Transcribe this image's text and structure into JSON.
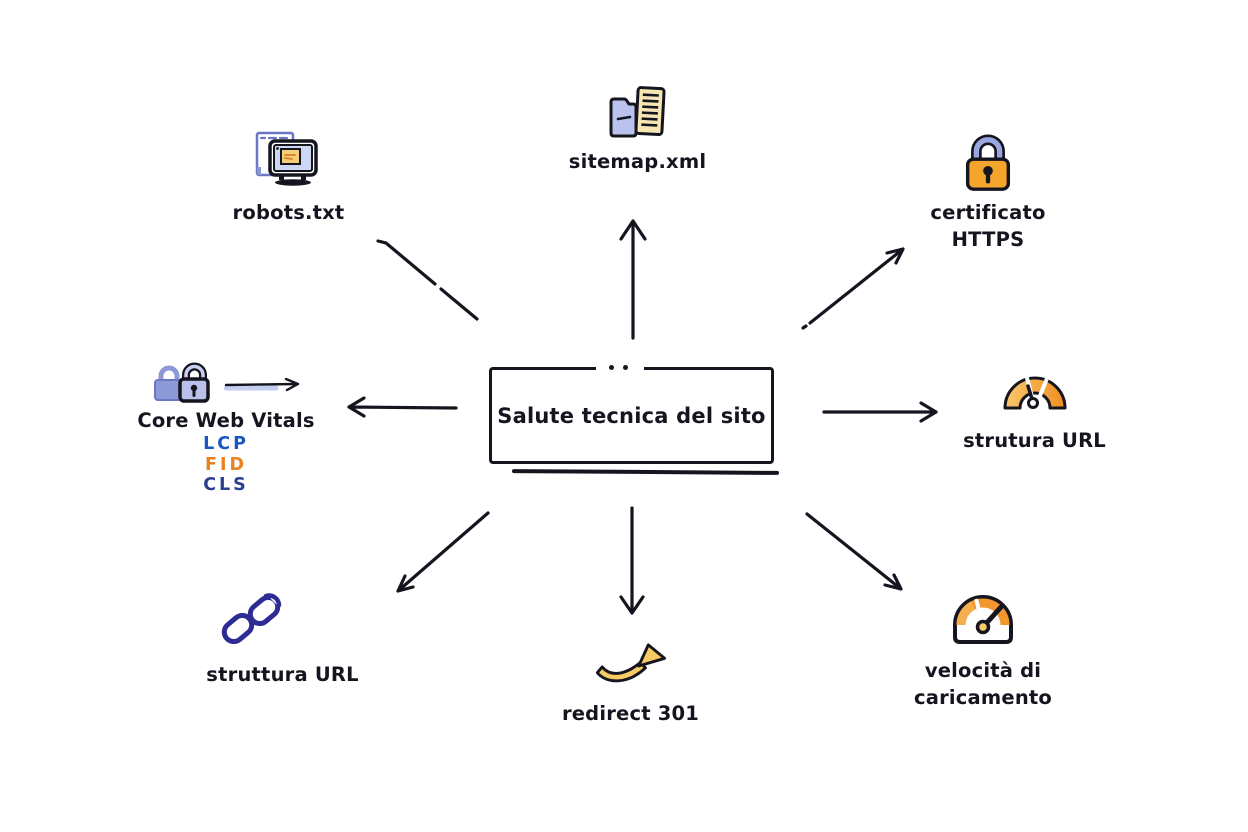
{
  "center": {
    "label": "Salute tecnica del sito"
  },
  "nodes": {
    "sitemap": {
      "label": "sitemap.xml"
    },
    "robots": {
      "label": "robots.txt"
    },
    "https_cert": {
      "label_line1": "certificato",
      "label_line2": "HTTPS"
    },
    "core_web_vitals": {
      "label": "Core Web Vitals",
      "metrics": [
        {
          "label": "LCP",
          "color": "#1a56c0"
        },
        {
          "label": "FID",
          "color": "#e8821e"
        },
        {
          "label": "CLS",
          "color": "#2b3f8f"
        }
      ]
    },
    "url_structure_right": {
      "label": "strutura URL"
    },
    "url_structure_left": {
      "label": "struttura URL"
    },
    "redirect_301": {
      "label": "redirect 301"
    },
    "load_speed": {
      "label_line1": "velocità di",
      "label_line2": "caricamento"
    }
  },
  "colors": {
    "outline": "#15151f",
    "periwinkle": "#b9c3ee",
    "lock_orange": "#f5a42c",
    "gauge_orange": "#ef8f21",
    "swoosh_yellow": "#f7cc63",
    "chain_indigo": "#2d2b94",
    "lcp_blue": "#1a56c0",
    "fid_orange": "#e8821e",
    "cls_navy": "#2b3f8f"
  }
}
